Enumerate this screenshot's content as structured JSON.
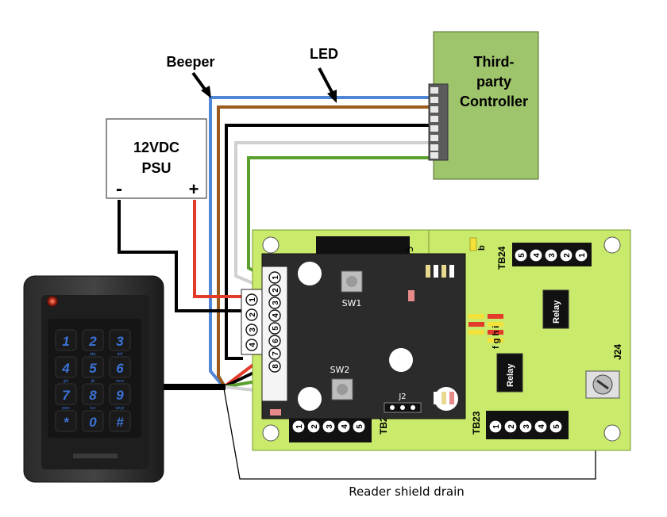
{
  "labels": {
    "beeper": "Beeper",
    "led": "LED",
    "psu_line1": "12VDC",
    "psu_line2": "PSU",
    "psu_minus": "-",
    "psu_plus": "+",
    "controller_line1": "Third-",
    "controller_line2": "party",
    "controller_line3": "Controller",
    "shield_drain": "Reader shield drain"
  },
  "board": {
    "sw1": "SW1",
    "sw2": "SW2",
    "j2": "J2",
    "j24": "J24",
    "relay_top": "Relay",
    "relay_bottom": "Relay",
    "tb24": "TB24",
    "tb23": "TB23",
    "tb_left_bottom": "TB2",
    "tb_top_left": "5",
    "led_b": "b",
    "led_fghi": "f g h i",
    "terminals_main": [
      "1",
      "2",
      "3",
      "4",
      "5",
      "6",
      "7",
      "8"
    ],
    "terminals_small": [
      "1",
      "2",
      "3",
      "4"
    ],
    "tb24_terminals": [
      "5",
      "4",
      "3",
      "2",
      "1"
    ],
    "tb23_terminals": [
      "1",
      "2",
      "3",
      "4",
      "5"
    ],
    "tb_bottom_left_terminals": [
      "1",
      "2",
      "3",
      "4",
      "5"
    ]
  },
  "keypad": {
    "keys": [
      "1",
      "2",
      "3",
      "4",
      "5",
      "6",
      "7",
      "8",
      "9",
      "*",
      "0",
      "#"
    ],
    "sublabels": [
      "",
      "abc",
      "def",
      "ghi",
      "jkl",
      "mno",
      "pqrs",
      "tuv",
      "wxyz",
      "",
      "",
      ""
    ]
  },
  "colors": {
    "controller_fill": "#9ec46c",
    "board_fill": "#c9ea6a",
    "wire_blue": "#4f86d6",
    "wire_brown": "#9c5a1c",
    "wire_black": "#000000",
    "wire_white": "#d0d0d0",
    "wire_green": "#5aa02c",
    "wire_red": "#e43a2a",
    "key_glow": "#3b73d8"
  }
}
